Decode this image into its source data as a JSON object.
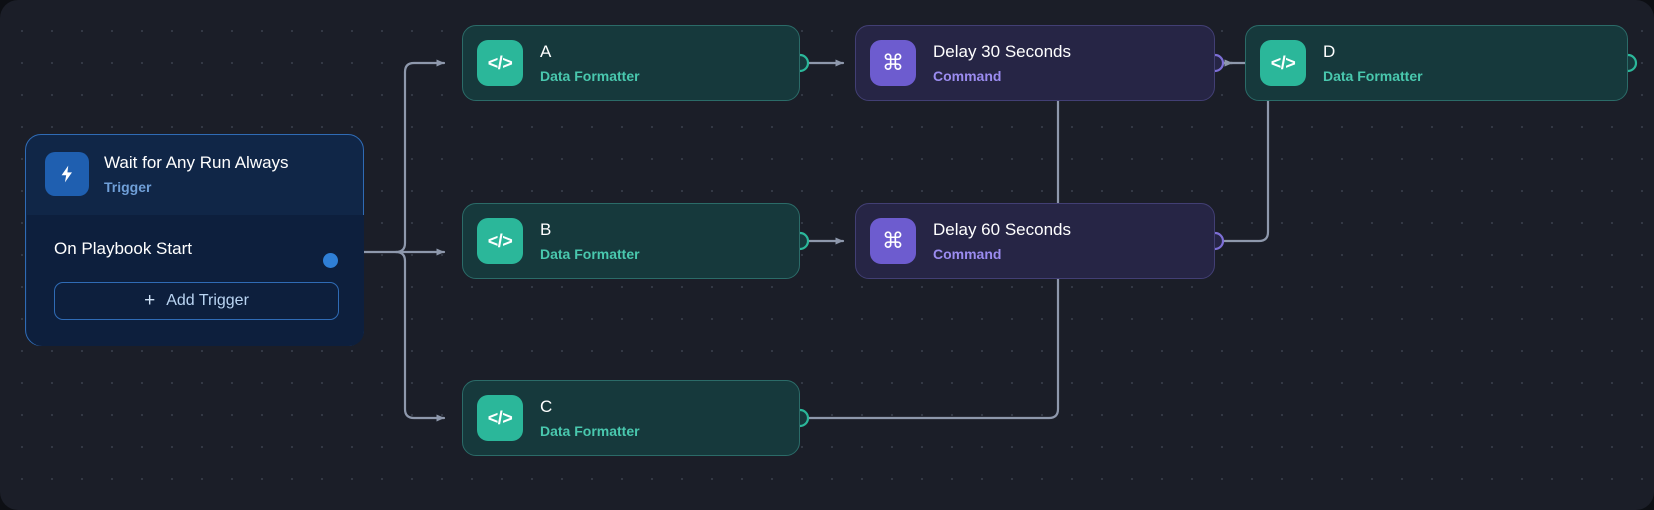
{
  "canvas": {
    "background": "#1b1e28",
    "grid": "dot-grid"
  },
  "trigger": {
    "title": "Wait for Any Run Always",
    "subtitle": "Trigger",
    "icon": "lightning-bolt-icon",
    "row_label": "On Playbook Start",
    "add_button": "Add Trigger",
    "add_icon": "plus-icon",
    "accent": "#2f6bb5"
  },
  "nodes": [
    {
      "id": "a",
      "title": "A",
      "subtitle": "Data Formatter",
      "icon": "code-icon",
      "type": "action",
      "accent": "#2bb79a"
    },
    {
      "id": "b",
      "title": "B",
      "subtitle": "Data Formatter",
      "icon": "code-icon",
      "type": "action",
      "accent": "#2bb79a"
    },
    {
      "id": "c",
      "title": "C",
      "subtitle": "Data Formatter",
      "icon": "code-icon",
      "type": "action",
      "accent": "#2bb79a"
    },
    {
      "id": "d",
      "title": "D",
      "subtitle": "Data Formatter",
      "icon": "code-icon",
      "type": "action",
      "accent": "#2bb79a"
    },
    {
      "id": "d30",
      "title": "Delay 30 Seconds",
      "subtitle": "Command",
      "icon": "command-icon",
      "type": "command",
      "accent": "#6d5ccf"
    },
    {
      "id": "d60",
      "title": "Delay 60 Seconds",
      "subtitle": "Command",
      "icon": "command-icon",
      "type": "command",
      "accent": "#6d5ccf"
    }
  ],
  "icons": {
    "code": "</>",
    "command": "⌘",
    "bolt": "⚡",
    "plus": "+"
  }
}
